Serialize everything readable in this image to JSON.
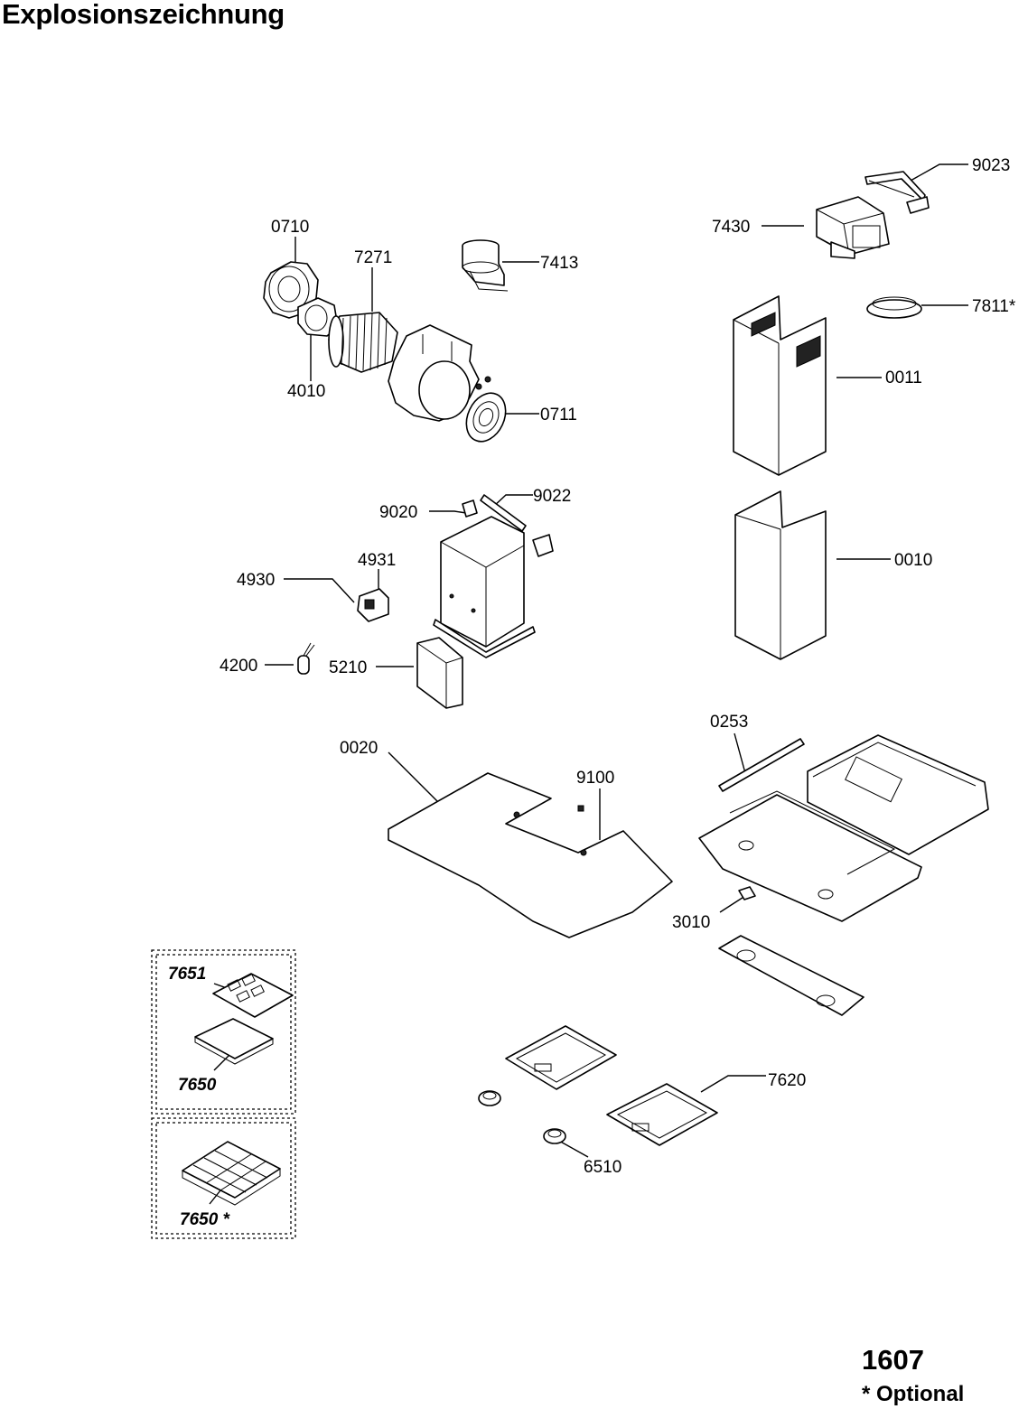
{
  "title": "Explosionszeichnung",
  "document_number": "1607",
  "footnote": "* Optional",
  "parts": [
    {
      "id": "p0710",
      "label": "0710"
    },
    {
      "id": "p7271",
      "label": "7271"
    },
    {
      "id": "p7413",
      "label": "7413"
    },
    {
      "id": "p4010",
      "label": "4010"
    },
    {
      "id": "p0711",
      "label": "0711"
    },
    {
      "id": "p9023",
      "label": "9023"
    },
    {
      "id": "p7430",
      "label": "7430"
    },
    {
      "id": "p7811",
      "label": "7811*"
    },
    {
      "id": "p0011",
      "label": "0011"
    },
    {
      "id": "p9020",
      "label": "9020"
    },
    {
      "id": "p9022",
      "label": "9022"
    },
    {
      "id": "p4931",
      "label": "4931"
    },
    {
      "id": "p4930",
      "label": "4930"
    },
    {
      "id": "p0010",
      "label": "0010"
    },
    {
      "id": "p4200",
      "label": "4200"
    },
    {
      "id": "p5210",
      "label": "5210"
    },
    {
      "id": "p0253",
      "label": "0253"
    },
    {
      "id": "p0020",
      "label": "0020"
    },
    {
      "id": "p9100",
      "label": "9100"
    },
    {
      "id": "p3010",
      "label": "3010"
    },
    {
      "id": "p7620",
      "label": "7620"
    },
    {
      "id": "p6510",
      "label": "6510"
    },
    {
      "id": "p7651",
      "label": "7651"
    },
    {
      "id": "p7650a",
      "label": "7650"
    },
    {
      "id": "p7650b",
      "label": "7650 *"
    }
  ]
}
